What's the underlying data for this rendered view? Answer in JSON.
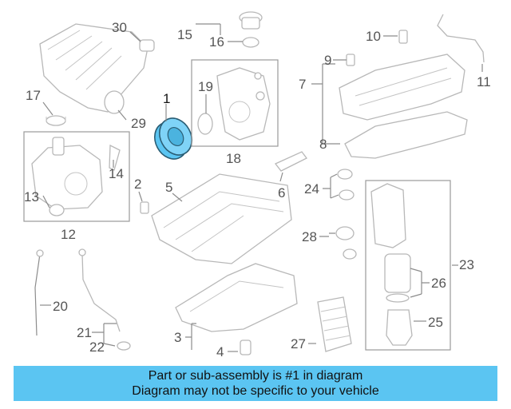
{
  "callouts": {
    "c1": "1",
    "c2": "2",
    "c3": "3",
    "c4": "4",
    "c5": "5",
    "c6": "6",
    "c7": "7",
    "c8": "8",
    "c9": "9",
    "c10": "10",
    "c11": "11",
    "c12": "12",
    "c13": "13",
    "c14": "14",
    "c15": "15",
    "c16": "16",
    "c17": "17",
    "c18": "18",
    "c19": "19",
    "c20": "20",
    "c21": "21",
    "c22": "22",
    "c23": "23",
    "c24": "24",
    "c25": "25",
    "c26": "26",
    "c27": "27",
    "c28": "28",
    "c29": "29",
    "c30": "30"
  },
  "highlight_color": "#5bc5f2",
  "banner": {
    "line1": "Part or sub-assembly is #1 in diagram",
    "line2": "Diagram may not be specific to your vehicle"
  }
}
